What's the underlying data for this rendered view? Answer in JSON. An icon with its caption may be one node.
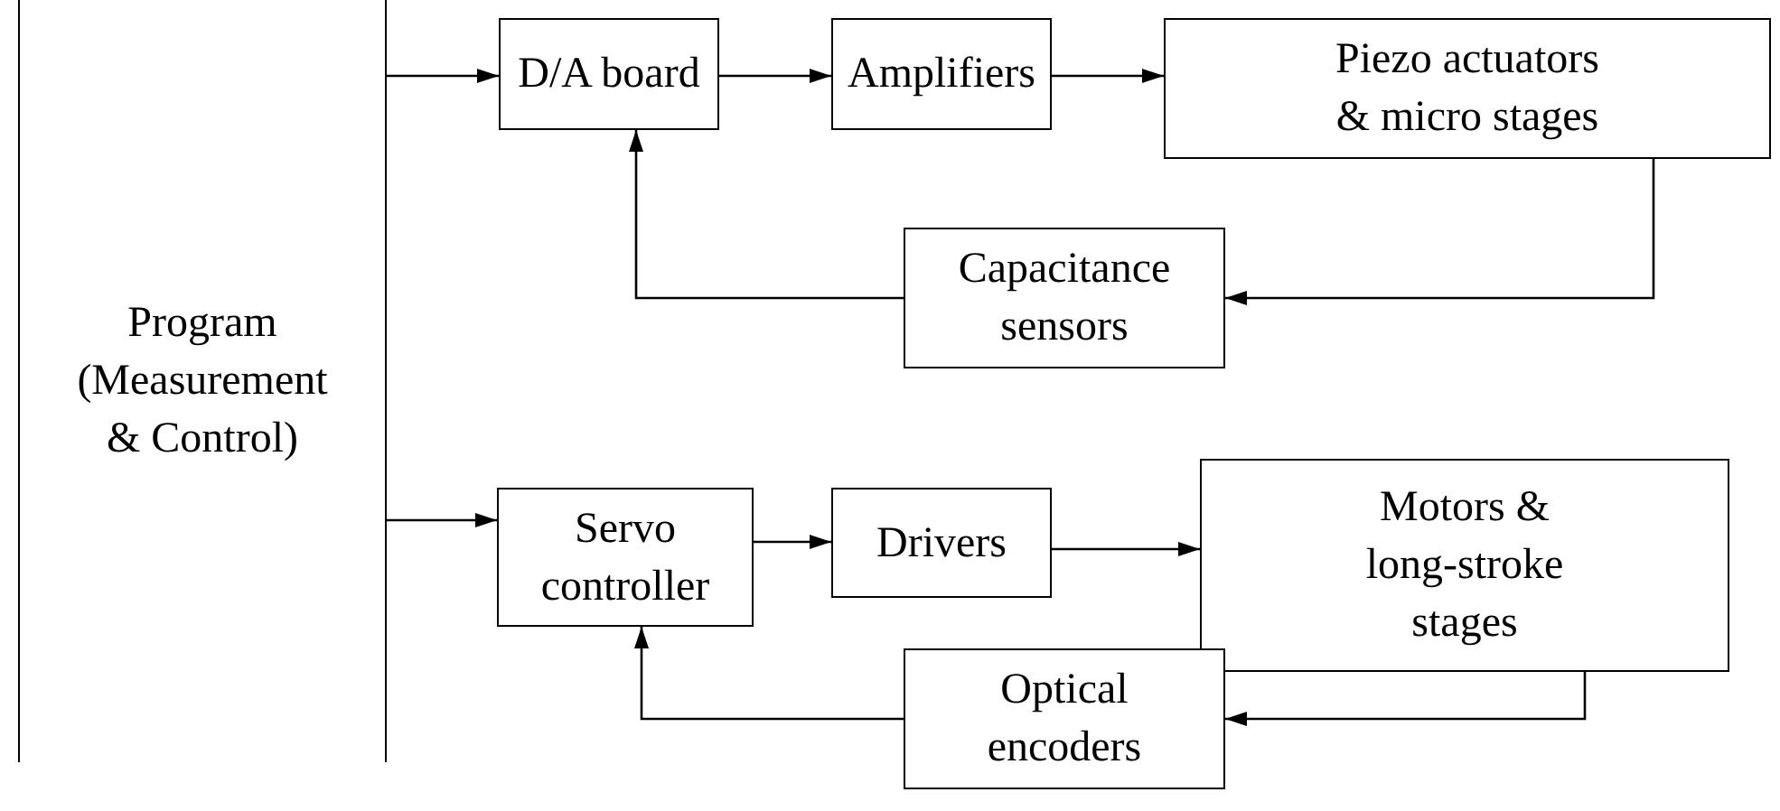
{
  "diagram": {
    "nodes": [
      {
        "text": [
          "Program (Measurement & Control)"
        ]
      },
      {
        "text": [
          "D/A board"
        ]
      },
      {
        "text": [
          "Amplifiers"
        ]
      },
      {
        "text": [
          "Piezo actuators & micro stages"
        ]
      },
      {
        "text": [
          "Capacitance sensors"
        ]
      },
      {
        "text": [
          "Servo controller"
        ]
      },
      {
        "text": [
          "Drivers"
        ]
      },
      {
        "text": [
          "Motors & long-stroke stages"
        ]
      },
      {
        "text": [
          "Optical encoders"
        ]
      }
    ],
    "edges": [
      {
        "from": 0,
        "to": 1,
        "arrow": "to"
      },
      {
        "from": 1,
        "to": 2,
        "arrow": "to"
      },
      {
        "from": 2,
        "to": 3,
        "arrow": "to"
      },
      {
        "from": 3,
        "to": 4,
        "arrow": "to"
      },
      {
        "from": 4,
        "to": 1,
        "arrow": "to"
      },
      {
        "from": 0,
        "to": 5,
        "arrow": "to"
      },
      {
        "from": 5,
        "to": 6,
        "arrow": "to"
      },
      {
        "from": 6,
        "to": 7,
        "arrow": "to"
      },
      {
        "from": 7,
        "to": 8,
        "arrow": "to"
      },
      {
        "from": 8,
        "to": 5,
        "arrow": "to"
      }
    ]
  }
}
